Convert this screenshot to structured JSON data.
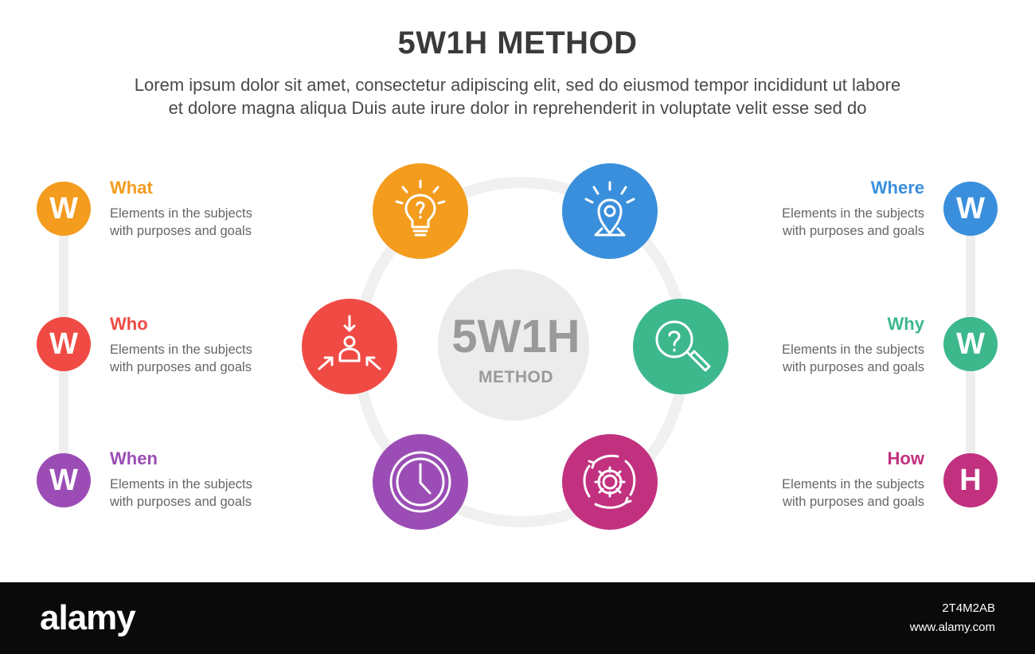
{
  "title": "5W1H METHOD",
  "subtitle": [
    "Lorem ipsum dolor sit amet, consectetur adipiscing elit, sed do eiusmod tempor incididunt ut labore",
    "et dolore magna aliqua Duis aute irure dolor in reprehenderit in voluptate velit esse sed do"
  ],
  "center": {
    "big": "5W1H",
    "small": "METHOD"
  },
  "items": [
    {
      "letter": "W",
      "title": "What",
      "desc": [
        "Elements in the subjects",
        "with purposes and goals"
      ],
      "color": "#F39C1E",
      "icon": "lightbulb-icon"
    },
    {
      "letter": "W",
      "title": "Who",
      "desc": [
        "Elements in the subjects",
        "with purposes and goals"
      ],
      "color": "#EF4B44",
      "icon": "person-arrows-icon"
    },
    {
      "letter": "W",
      "title": "When",
      "desc": [
        "Elements in the subjects",
        "with purposes and goals"
      ],
      "color": "#9B4DB5",
      "icon": "clock-icon"
    },
    {
      "letter": "W",
      "title": "Where",
      "desc": [
        "Elements in the subjects",
        "with purposes and goals"
      ],
      "color": "#3A8FDC",
      "icon": "location-pin-icon"
    },
    {
      "letter": "W",
      "title": "Why",
      "desc": [
        "Elements in the subjects",
        "with purposes and goals"
      ],
      "color": "#3DB88C",
      "icon": "question-magnifier-icon"
    },
    {
      "letter": "H",
      "title": "How",
      "desc": [
        "Elements in the subjects",
        "with purposes and goals"
      ],
      "color": "#C2317F",
      "icon": "gear-cycle-icon"
    }
  ],
  "footer": {
    "logo": "alamy",
    "id": "2T4M2AB",
    "url": "www.alamy.com"
  }
}
